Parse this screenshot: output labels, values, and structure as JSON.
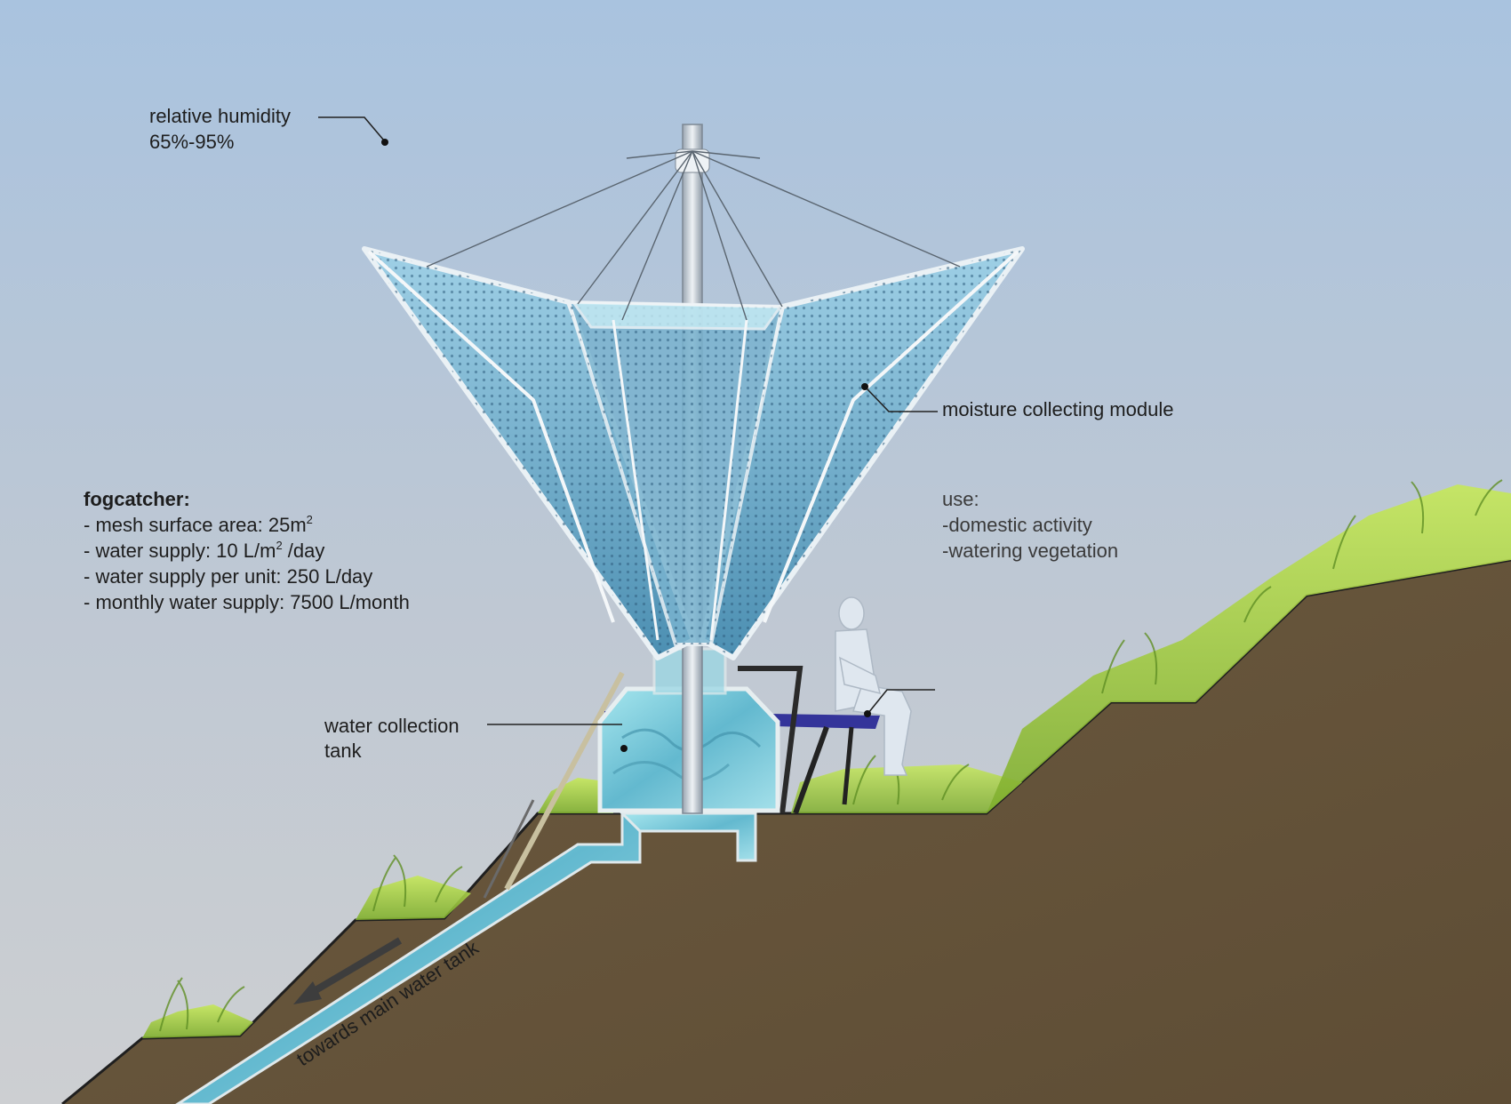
{
  "labels": {
    "humidity_title": "relative humidity",
    "humidity_value": "65%-95%",
    "module": "moisture collecting module",
    "tank_line1": "water collection",
    "tank_line2": "tank",
    "pipe": "towards main water tank"
  },
  "fogcatcher": {
    "title": "fogcatcher:",
    "specs": [
      {
        "text": "- mesh surface area: 25m",
        "sup": "2",
        "rest": ""
      },
      {
        "text": "- water supply: 10 L/m",
        "sup": "2",
        "rest": " /day"
      },
      {
        "text": "- water supply per unit: 250 L/day",
        "sup": "",
        "rest": ""
      },
      {
        "text": "- monthly water supply: 7500 L/month",
        "sup": "",
        "rest": ""
      }
    ]
  },
  "use": {
    "title": "use:",
    "items": [
      "-domestic activity",
      "-watering vegetation"
    ]
  },
  "colors": {
    "sky_top": "#a9c3df",
    "sky_bottom": "#c9cdd2",
    "soil": "#6e5b40",
    "grass": "#9ccb3c",
    "water": "#7fd0dc",
    "mesh": "#6fa9c6"
  }
}
